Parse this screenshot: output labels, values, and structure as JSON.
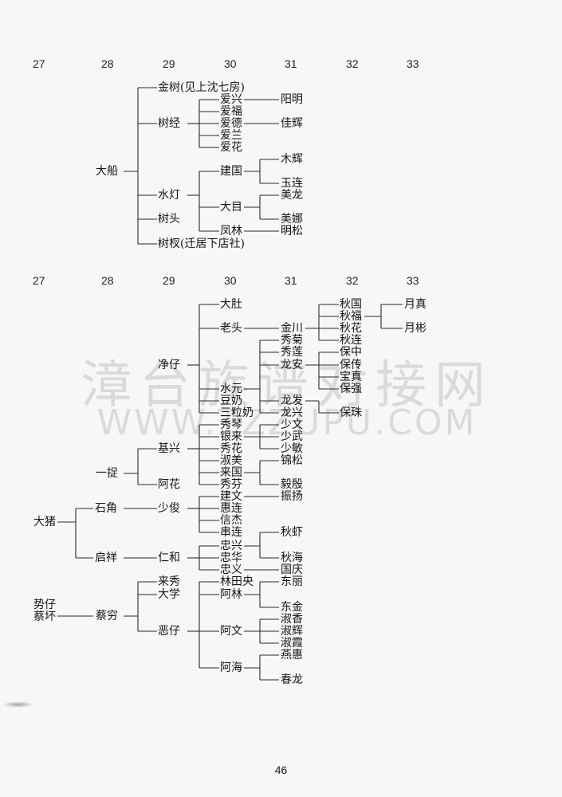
{
  "section1": {
    "generations": [
      "27",
      "28",
      "29",
      "30",
      "31",
      "32",
      "33"
    ],
    "names": {
      "dachuan": "大船",
      "jinshu": "金树(见上沈七房)",
      "shujing": "树经",
      "aixing": "爱兴",
      "yangming": "阳明",
      "aifu": "爱福",
      "aide": "爱德",
      "jiahui": "佳辉",
      "ailan": "爱兰",
      "aihua": "爱花",
      "jianguo": "建国",
      "muhui": "木辉",
      "yulian": "玉连",
      "shuideng": "水灯",
      "damu": "大目",
      "meilong": "美龙",
      "shutou": "树头",
      "meina": "美娜",
      "fenglin": "凤林",
      "mingsong": "明松",
      "shucha": "树杈(迁居下店社)"
    }
  },
  "section2": {
    "generations": [
      "27",
      "28",
      "29",
      "30",
      "31",
      "32",
      "33"
    ],
    "names": {
      "dadu": "大肚",
      "laotou": "老头",
      "jinchuan": "金川",
      "qiuguo": "秋国",
      "qiufu": "秋福",
      "qiuhua": "秋花",
      "qiulian": "秋连",
      "yuezhen": "月真",
      "yuebin": "月彬",
      "jingzai": "净仔",
      "xiuju": "秀菊",
      "xiulian": "秀莲",
      "longan": "龙安",
      "baozhong": "保中",
      "baochuan": "保传",
      "baozhen": "宝真",
      "baoqiang": "保强",
      "shuiyuan": "水元",
      "longfa": "龙发",
      "baozhu": "保珠",
      "dounai": "豆奶",
      "longxing": "龙兴",
      "sanlinai": "三粒奶",
      "xiuqin": "秀琴",
      "shaowen": "少文",
      "jixing": "基兴",
      "yinlai": "银来",
      "shaowu": "少武",
      "yizhuo": "一捉",
      "xiuhua": "秀花",
      "shaomin": "少敏",
      "shumei": "淑美",
      "jinsong": "锦松",
      "laiguo": "来国",
      "ahua": "阿花",
      "xiufen": "秀芬",
      "yiyin": "毅殷",
      "shijiao": "石角",
      "shaojun": "少俊",
      "jianwen": "建文",
      "zhenyang": "振扬",
      "huilian": "惠连",
      "dazhu": "大猪",
      "xinjie": "信杰",
      "chuanlian": "串连",
      "qiuxia": "秋虾",
      "zhongxing": "忠兴",
      "qixiang": "启祥",
      "renhe": "仁和",
      "zhonghua": "忠华",
      "qiuhai": "秋海",
      "zhongyi": "忠义",
      "guoqing": "国庆",
      "laixiu": "来秀",
      "lintianyang": "林田央",
      "dongli": "东丽",
      "daxue": "大学",
      "alin": "阿林",
      "shizai": "势仔",
      "caihuai": "蔡坏",
      "caiqiong": "蔡穷",
      "dongjin": "东金",
      "shuxiang": "淑香",
      "ezai": "恶仔",
      "awen": "阿文",
      "shuhui": "淑辉",
      "shuxia": "淑霞",
      "yanhui": "燕惠",
      "ahai": "阿海",
      "chunlong": "春龙"
    }
  },
  "watermark": {
    "cn": "漳台族谱对接网",
    "en": "WWW.TZZUPU.COM"
  },
  "page_number": "46"
}
